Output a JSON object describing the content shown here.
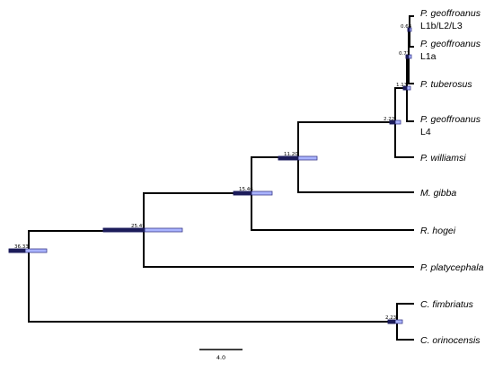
{
  "taxa": [
    {
      "genus": "P. geoffroanus",
      "suffix": "L1b/L2/L3"
    },
    {
      "genus": "P. geoffroanus",
      "suffix": "L1a"
    },
    {
      "genus": "P. tuberosus",
      "suffix": ""
    },
    {
      "genus": "P. geoffroanus",
      "suffix": "L4"
    },
    {
      "genus": "P. williamsi",
      "suffix": ""
    },
    {
      "genus": "M. gibba",
      "suffix": ""
    },
    {
      "genus": "R. hogei",
      "suffix": ""
    },
    {
      "genus": "P. platycephala",
      "suffix": ""
    },
    {
      "genus": "C. fimbriatus",
      "suffix": ""
    },
    {
      "genus": "C. orinocensis",
      "suffix": ""
    }
  ],
  "node_ages": [
    "36.33",
    "25.45",
    "15.46",
    "11.20",
    "2.22",
    "1.13",
    "0.71",
    "0.64",
    "2.23"
  ],
  "scale_bar": {
    "label": "4.0"
  },
  "colors": {
    "hpd_bar": "#aab4ff",
    "hpd_core": "#1c1c5a"
  }
}
